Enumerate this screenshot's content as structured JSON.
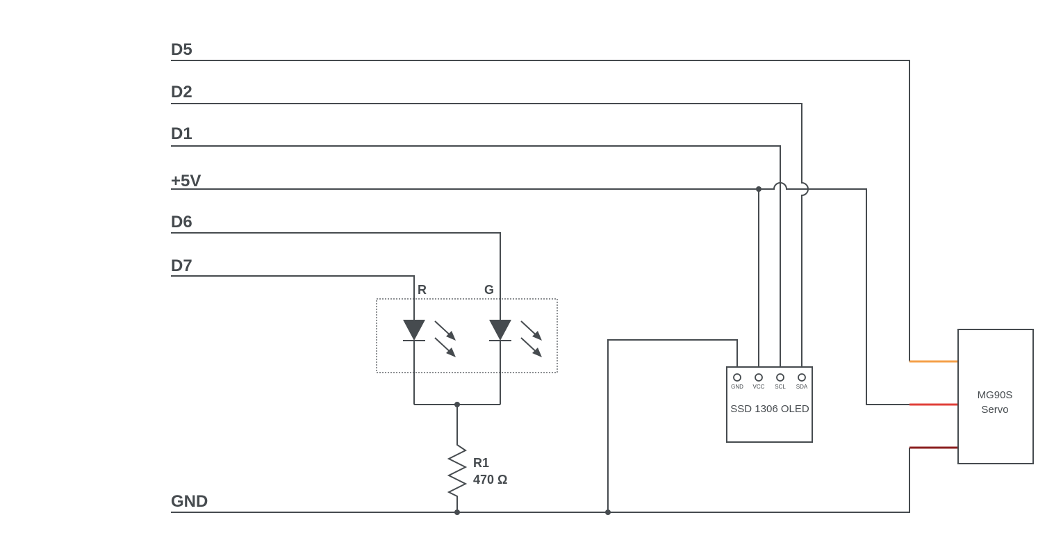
{
  "nets": {
    "d5": "D5",
    "d2": "D2",
    "d1": "D1",
    "v5": "+5V",
    "d6": "D6",
    "d7": "D7",
    "gnd": "GND"
  },
  "led": {
    "red_label": "R",
    "green_label": "G"
  },
  "resistor": {
    "ref": "R1",
    "value": "470 Ω"
  },
  "oled": {
    "name": "SSD 1306 OLED",
    "pins": [
      "GND",
      "VCC",
      "SCL",
      "SDA"
    ]
  },
  "servo": {
    "line1": "MG90S",
    "line2": "Servo"
  },
  "colors": {
    "wire": "#464b4f",
    "servo_signal": "#f5a04a",
    "servo_power": "#e0403a",
    "servo_ground": "#8b1f1f"
  }
}
